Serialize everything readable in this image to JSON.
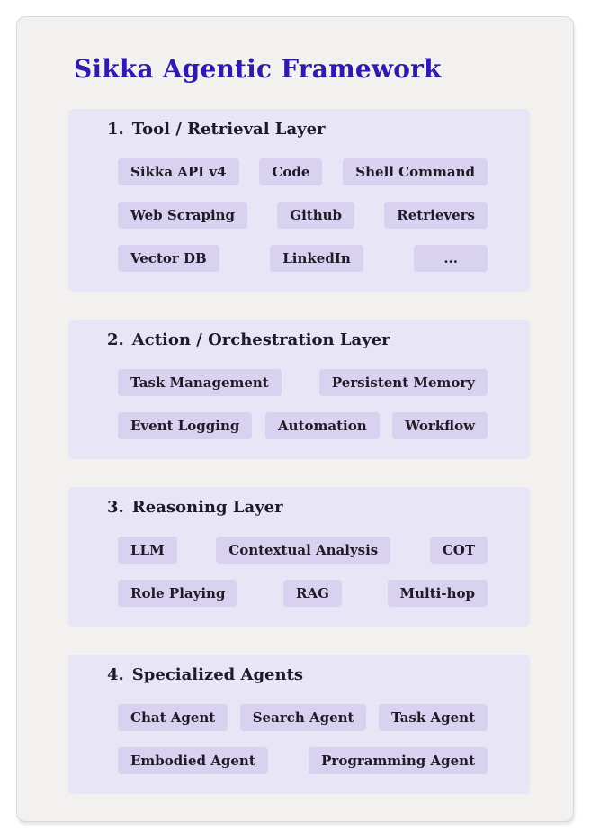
{
  "page": {
    "title": "Sikka Agentic Framework",
    "colors": {
      "page_bg": "#ffffff",
      "card_bg": "#f2f1ef",
      "card_border": "#d9d9d9",
      "title_color": "#2f1aad",
      "section_bg": "#e8e5f6",
      "chip_bg": "#d8d2f0",
      "chip_text": "#1f1b26"
    }
  },
  "sections": [
    {
      "number": "1.",
      "title": "Tool / Retrieval Layer",
      "rows": [
        [
          "Sikka API v4",
          "Code",
          "Shell Command"
        ],
        [
          "Web Scraping",
          "Github",
          "Retrievers"
        ],
        [
          "Vector DB",
          "LinkedIn",
          "..."
        ]
      ]
    },
    {
      "number": "2.",
      "title": "Action / Orchestration Layer",
      "rows": [
        [
          "Task Management",
          "Persistent Memory"
        ],
        [
          "Event Logging",
          "Automation",
          "Workflow"
        ]
      ]
    },
    {
      "number": "3.",
      "title": "Reasoning Layer",
      "rows": [
        [
          "LLM",
          "Contextual Analysis",
          "COT"
        ],
        [
          "Role Playing",
          "RAG",
          "Multi-hop"
        ]
      ]
    },
    {
      "number": "4.",
      "title": "Specialized Agents",
      "rows": [
        [
          "Chat Agent",
          "Search Agent",
          "Task Agent"
        ],
        [
          "Embodied Agent",
          "Programming Agent"
        ]
      ]
    }
  ]
}
